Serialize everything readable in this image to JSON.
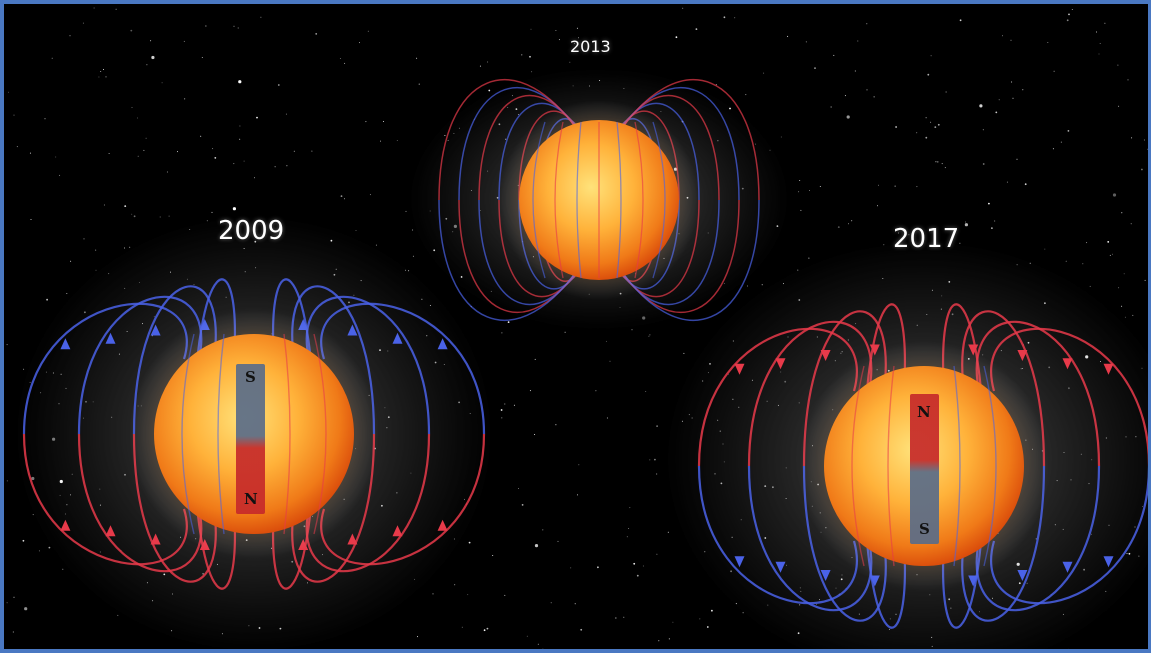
{
  "years": {
    "top": "2013",
    "left": "2009",
    "right": "2017"
  },
  "magnets": {
    "left": {
      "top_pole": "S",
      "bottom_pole": "N"
    },
    "right": {
      "top_pole": "N",
      "bottom_pole": "S"
    }
  },
  "colors": {
    "border": "#4a78c2",
    "space": "#000000",
    "sun_core": "#ffd060",
    "sun_edge": "#e8500a",
    "field_red": "#e83a4a",
    "field_blue": "#4a62e8",
    "magnet_red": "#c62a2a",
    "magnet_gray": "#5a6c88"
  }
}
